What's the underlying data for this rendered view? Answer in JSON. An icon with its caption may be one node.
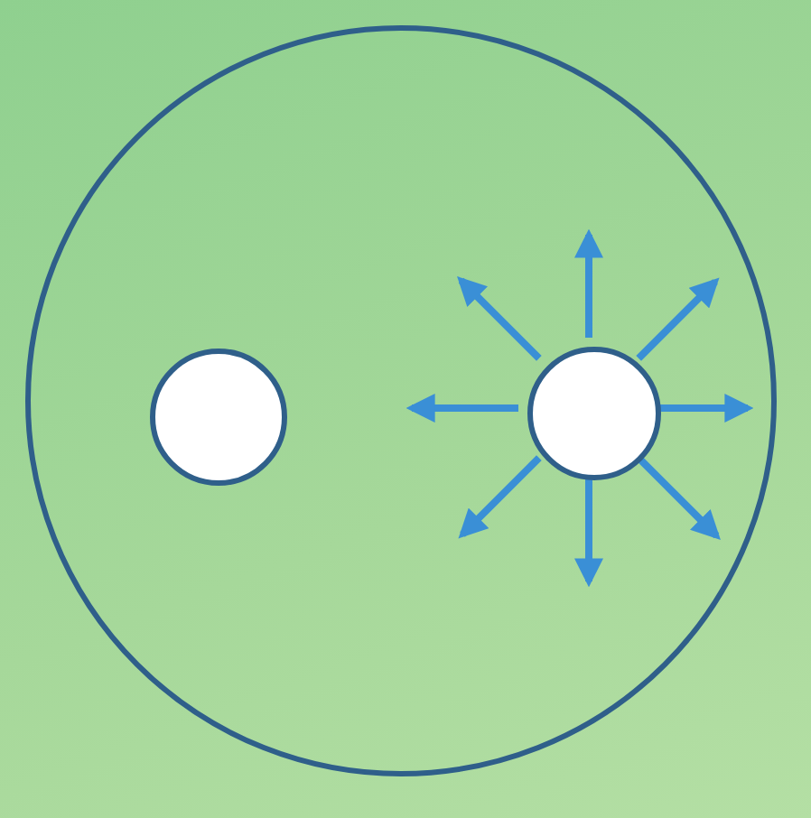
{
  "diagram": {
    "nodes": [
      {
        "text": [],
        "shape": "circle"
      },
      {
        "text": [],
        "shape": "circle",
        "in": 0
      },
      {
        "text": [],
        "shape": "circle",
        "in": 0
      }
    ],
    "edges": [
      {
        "from": 2,
        "to": null,
        "arrow": "to"
      },
      {
        "from": 2,
        "to": null,
        "arrow": "to"
      },
      {
        "from": 2,
        "to": null,
        "arrow": "to"
      },
      {
        "from": 2,
        "to": null,
        "arrow": "to"
      },
      {
        "from": 2,
        "to": null,
        "arrow": "to"
      },
      {
        "from": 2,
        "to": null,
        "arrow": "to"
      },
      {
        "from": 2,
        "to": null,
        "arrow": "to"
      },
      {
        "from": 2,
        "to": null,
        "arrow": "to"
      }
    ]
  }
}
